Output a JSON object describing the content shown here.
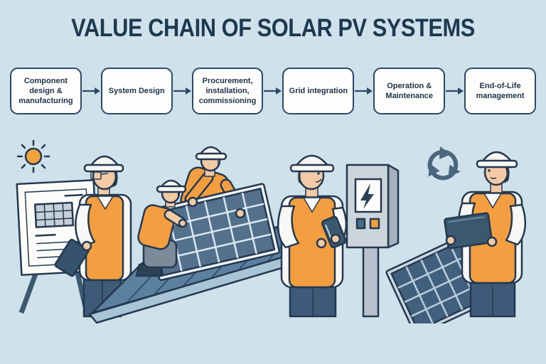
{
  "title": "VALUE CHAIN OF SOLAR PV SYSTEMS",
  "flow": {
    "stages": [
      {
        "label": "Component design & manufacturing"
      },
      {
        "label": "System Design"
      },
      {
        "label": "Procurement, installation, commissioning"
      },
      {
        "label": "Grid integration"
      },
      {
        "label": "Operation & Maintenance"
      },
      {
        "label": "End-of-Life management"
      }
    ]
  },
  "illustration": {
    "icons": [
      "sun-icon",
      "whiteboard-solar-sketch",
      "design-engineer-with-tablet",
      "roof",
      "installer-leaning",
      "rooftop-solar-panel",
      "installer-crouching",
      "electrical-box-lightning-icon",
      "grid-technician-with-phone",
      "recycle-icon",
      "ground-mounted-solar-panel",
      "inspector-with-clipboard"
    ],
    "colors": {
      "background": "#cfe2ec",
      "title_text": "#1d3950",
      "box_border": "#2b4a68",
      "box_fill": "#fdfdfc",
      "arrow": "#2b4a68",
      "outline": "#24394f",
      "vest_orange": "#f29e41",
      "hard_hat_white": "#f7f8f4",
      "skin": "#f2cba6",
      "pants_navy": "#3d5a78",
      "panel_blue": "#53718c",
      "panel_dark_blue": "#41607e",
      "roof_blue": "#5c80a0",
      "roof_edge_light": "#a9c4d6",
      "electrical_box_gray": "#ccd4dc",
      "tablet_slate": "#3a586f",
      "recycle_slate": "#4a657e",
      "sun_orange": "#f0a03c"
    }
  }
}
